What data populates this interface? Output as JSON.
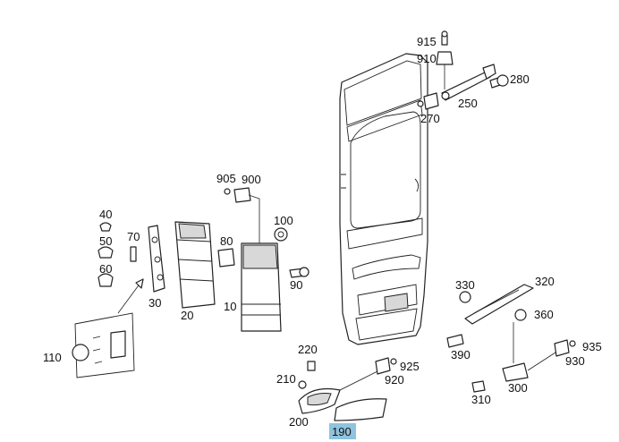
{
  "labels": {
    "l915": "915",
    "l910": "910",
    "l280": "280",
    "l250": "250",
    "l270": "270",
    "l905": "905",
    "l900": "900",
    "l100": "100",
    "l80": "80",
    "l90": "90",
    "l10": "10",
    "l20": "20",
    "l30": "30",
    "l40": "40",
    "l50": "50",
    "l60": "60",
    "l70": "70",
    "l110": "110",
    "l220": "220",
    "l210": "210",
    "l200": "200",
    "l190": "190",
    "l925": "925",
    "l920": "920",
    "l330": "330",
    "l320": "320",
    "l360": "360",
    "l390": "390",
    "l935": "935",
    "l930": "930",
    "l310": "310",
    "l300": "300"
  },
  "highlight_color": "#8fc3de"
}
